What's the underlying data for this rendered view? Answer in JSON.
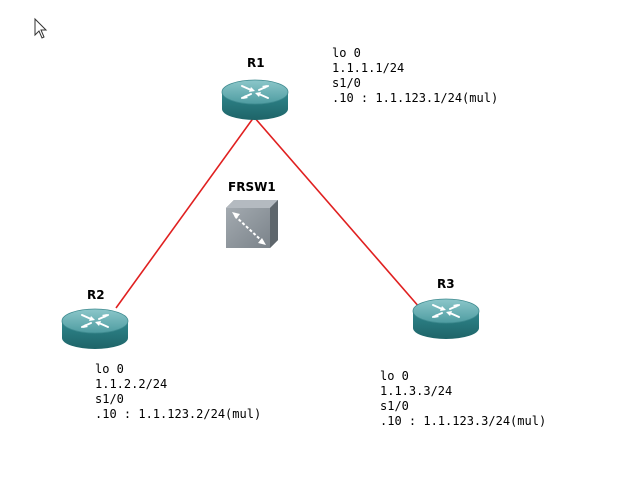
{
  "topology": {
    "nodes": {
      "r1": {
        "name": "R1"
      },
      "r2": {
        "name": "R2"
      },
      "r3": {
        "name": "R3"
      },
      "frsw1": {
        "name": "FRSW1"
      }
    },
    "links": [
      {
        "from": "R1",
        "to": "R2",
        "color": "#e02020"
      },
      {
        "from": "R1",
        "to": "R3",
        "color": "#e02020"
      }
    ],
    "notes": {
      "r1": [
        "lo 0",
        "1.1.1.1/24",
        "s1/0",
        ".10 : 1.1.123.1/24(mul)"
      ],
      "r2": [
        "lo 0",
        "1.1.2.2/24",
        "s1/0",
        ".10 : 1.1.123.2/24(mul)"
      ],
      "r3": [
        "lo 0",
        "1.1.3.3/24",
        "s1/0",
        ".10 : 1.1.123.3/24(mul)"
      ]
    }
  },
  "colors": {
    "router_body": "#2a7f85",
    "router_top": "#5fa9ad",
    "switch_body": "#8a9299",
    "link": "#e02020"
  },
  "icons": {
    "cursor": "mouse-pointer-icon",
    "router": "router-icon",
    "frame_relay_switch": "frame-relay-switch-icon"
  }
}
